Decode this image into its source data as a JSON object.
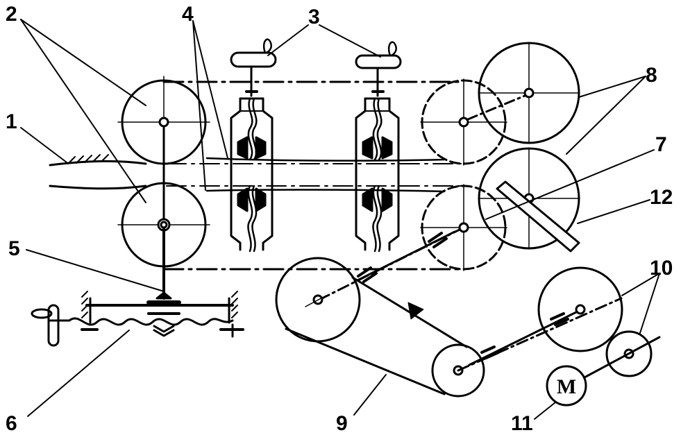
{
  "labels": {
    "l1": "1",
    "l2": "2",
    "l3": "3",
    "l4": "4",
    "l5": "5",
    "l6": "6",
    "l7": "7",
    "l8": "8",
    "l9": "9",
    "l10": "10",
    "l11": "11",
    "l12": "12"
  },
  "motor_symbol": "M",
  "colors": {
    "ink": "#000000",
    "paper": "#ffffff"
  }
}
